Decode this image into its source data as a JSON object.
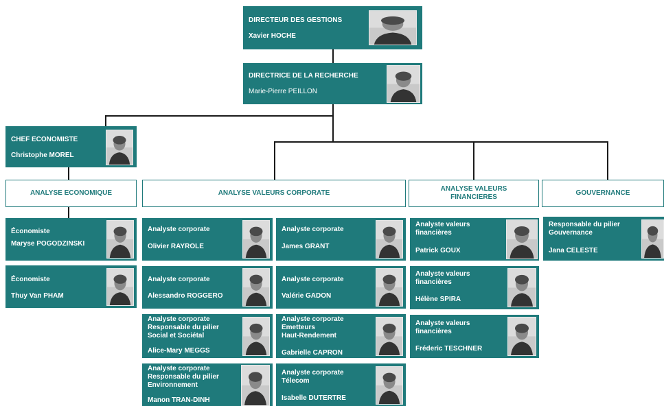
{
  "colors": {
    "box": "#1f7a7b",
    "text": "#ffffff",
    "line": "#1a1a1a"
  },
  "director": {
    "title": "DIRECTEUR DES GESTIONS",
    "name": "Xavier HOCHE"
  },
  "research": {
    "title": "DIRECTRICE DE LA RECHERCHE",
    "name": "Marie-Pierre PEILLON"
  },
  "chief_economist": {
    "title": "CHEF ECONOMISTE",
    "name": "Christophe MOREL"
  },
  "headers": {
    "economic": "ANALYSE ECONOMIQUE",
    "corporate": "ANALYSE VALEURS CORPORATE",
    "financial": "ANALYSE VALEURS\nFINANCIERES",
    "governance": "GOUVERNANCE"
  },
  "economists": [
    {
      "title": "Économiste",
      "name": "Maryse POGODZINSKI"
    },
    {
      "title": "Économiste",
      "name": "Thuy Van PHAM"
    }
  ],
  "corporate_left": [
    {
      "title": "Analyste corporate",
      "name": "Olivier RAYROLE"
    },
    {
      "title": "Analyste corporate",
      "name": "Alessandro ROGGERO"
    },
    {
      "title": "Analyste corporate\nResponsable du pilier\nSocial et Sociétal",
      "name": "Alice-Mary MEGGS"
    },
    {
      "title": "Analyste corporate\nResponsable du pilier\nEnvironnement",
      "name": "Manon TRAN-DINH"
    }
  ],
  "corporate_right": [
    {
      "title": "Analyste corporate",
      "name": "James GRANT"
    },
    {
      "title": "Analyste corporate",
      "name": "Valérie GADON"
    },
    {
      "title": "Analyste corporate\nEmetteurs\nHaut-Rendement",
      "name": "Gabrielle CAPRON"
    },
    {
      "title": "Analyste corporate\nTélecom",
      "name": "Isabelle  DUTERTRE"
    }
  ],
  "financial": [
    {
      "title": "Analyste valeurs\nfinancières",
      "name": "Patrick GOUX"
    },
    {
      "title": "Analyste valeurs\nfinancières",
      "name": "Hélène SPIRA"
    },
    {
      "title": "Analyste valeurs\nfinancières",
      "name": "Fréderic TESCHNER"
    }
  ],
  "governance": [
    {
      "title": "Responsable du pilier\nGouvernance",
      "name": "Jana CELESTE"
    }
  ]
}
